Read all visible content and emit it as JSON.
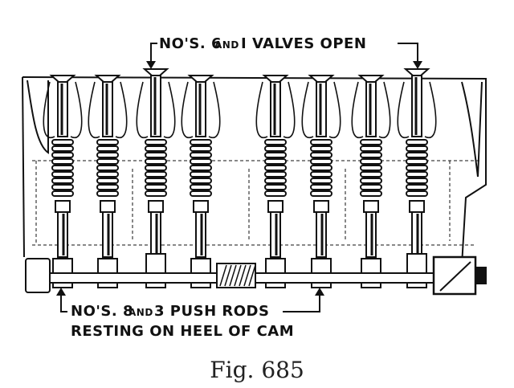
{
  "labels": {
    "top_a": "NO'S. 6",
    "top_b": "AND",
    "top_c": "I VALVES OPEN",
    "bottom1_a": "NO'S. 8",
    "bottom1_b": "AND",
    "bottom1_c": "3 PUSH RODS",
    "bottom2": "RESTING ON HEEL OF CAM"
  },
  "caption": "Fig. 685",
  "valves": [
    {
      "open": false
    },
    {
      "open": false
    },
    {
      "open": true
    },
    {
      "open": false
    },
    {
      "open": false
    },
    {
      "open": false
    },
    {
      "open": false
    },
    {
      "open": true
    }
  ],
  "colors": {
    "ink": "#111111",
    "paper": "#ffffff"
  }
}
